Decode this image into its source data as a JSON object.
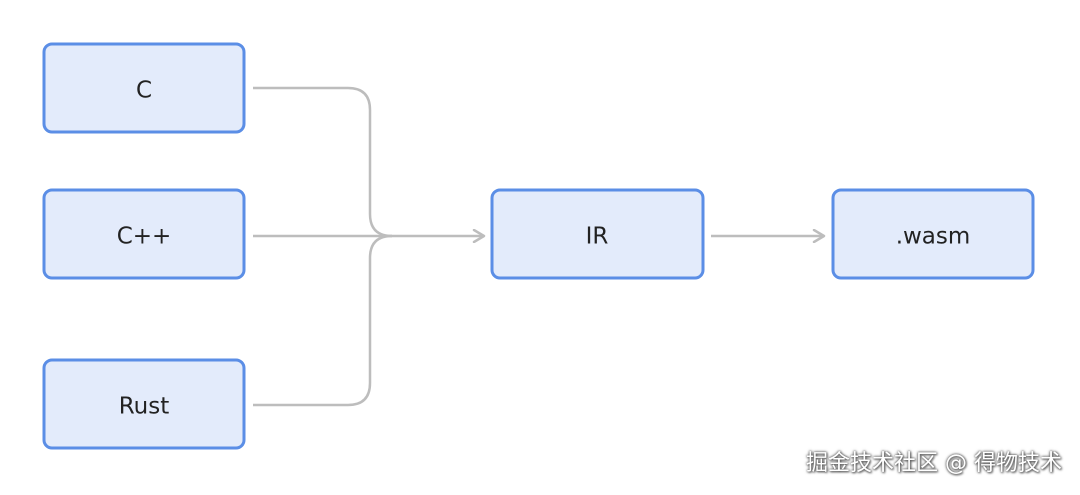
{
  "diagram": {
    "nodes": {
      "c": {
        "label": "C"
      },
      "cpp": {
        "label": "C++"
      },
      "rust": {
        "label": "Rust"
      },
      "ir": {
        "label": "IR"
      },
      "wasm": {
        "label": ".wasm"
      }
    },
    "edges": [
      {
        "from": "c",
        "to": "ir"
      },
      {
        "from": "cpp",
        "to": "ir"
      },
      {
        "from": "rust",
        "to": "ir"
      },
      {
        "from": "ir",
        "to": "wasm"
      }
    ],
    "colors": {
      "node_fill": "#e3ebfb",
      "node_stroke": "#5b8ee6",
      "edge": "#bdbdbd"
    }
  },
  "watermark": "掘金技术社区 @ 得物技术"
}
